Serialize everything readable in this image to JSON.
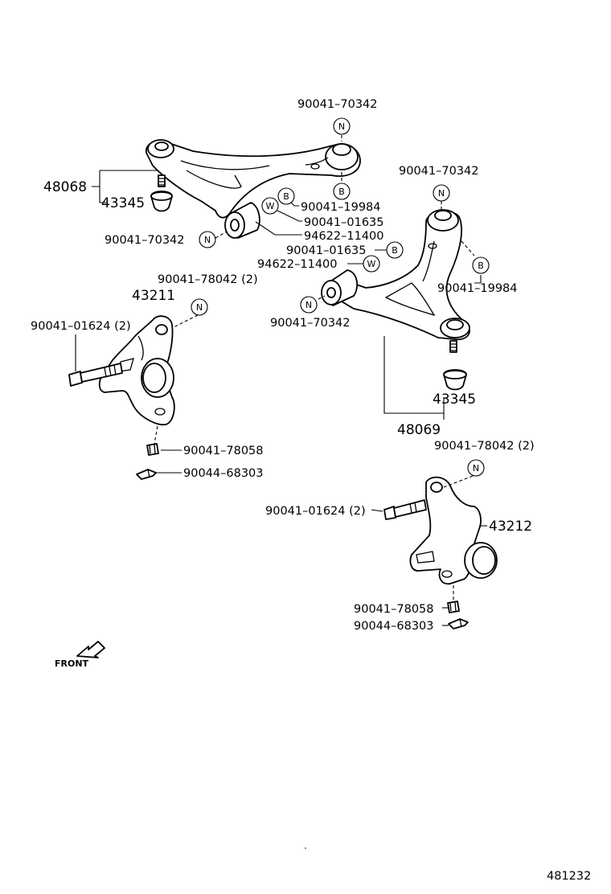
{
  "labels": {
    "p48068": "48068",
    "p43345_left": "43345",
    "p90041_70342_top": "90041–70342",
    "p90041_19984_left": "90041–19984",
    "p90041_01635_left": "90041–01635",
    "p94622_11400_left": "94622–11400",
    "p90041_70342_left": "90041–70342",
    "p90041_70342_right_top": "90041–70342",
    "p90041_01635_right": "90041–01635",
    "p94622_11400_right": "94622–11400",
    "p90041_19984_right": "90041–19984",
    "p90041_70342_right_mid": "90041–70342",
    "p43345_right": "43345",
    "p48069": "48069",
    "p90041_78042_left": "90041–78042 (2)",
    "p43211": "43211",
    "p90041_01624_left": "90041–01624 (2)",
    "p90041_78058_left": "90041–78058",
    "p90044_68303_left": "90044–68303",
    "p90041_78042_right": "90041–78042 (2)",
    "p90041_01624_right": "90041–01624 (2)",
    "p43212": "43212",
    "p90041_78058_right": "90041–78058",
    "p90044_68303_right": "90044–68303",
    "front": "FRONT",
    "illustration_code": "481232"
  },
  "symbols": {
    "n": "N",
    "b": "B",
    "w": "W"
  }
}
